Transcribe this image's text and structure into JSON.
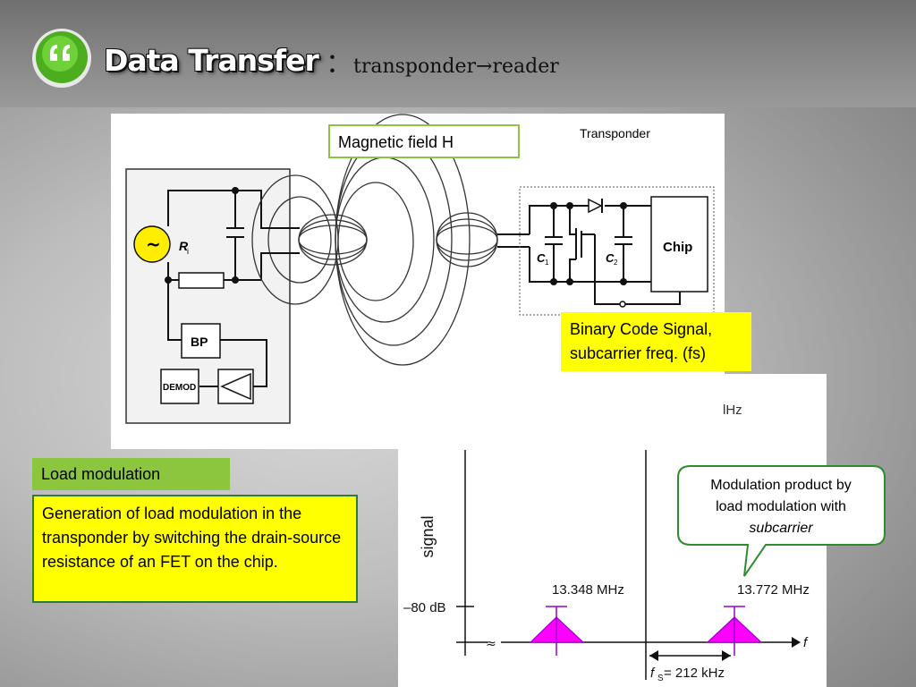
{
  "header": {
    "title": "Data Transfer",
    "colon": "：",
    "subtitle": "transponder→reader"
  },
  "diagram": {
    "magnetic_field_label": "Magnetic field H",
    "transponder_label": "Transponder",
    "binary_code_label_line1": "Binary Code Signal,",
    "binary_code_label_line2": "subcarrier freq. (fs)",
    "source_symbol": "~",
    "resistor_label": "R",
    "resistor_sub": "i",
    "bp_label": "BP",
    "demod_label": "DEMOD",
    "c1_label": "C",
    "c1_sub": "1",
    "c2_label": "C",
    "c2_sub": "2",
    "chip_label": "Chip"
  },
  "spectrum": {
    "truncated_label": "lHz",
    "y_axis_label": "signal",
    "level_label": "–80 dB",
    "carrier_label": "13.348 MHz",
    "sideband_label": "13.772 MHz",
    "x_axis_symbol": "f",
    "fs_symbol": "f",
    "fs_sub": "S",
    "fs_value": " = 212 kHz",
    "break_symbol": "≈"
  },
  "load_modulation": {
    "title": "Load modulation",
    "body": "Generation of load modulation in the transponder by switching the drain-source resistance of an FET on the chip."
  },
  "callout": {
    "line1": "Modulation product by",
    "line2": "load modulation with",
    "line3": "subcarrier"
  },
  "colors": {
    "accent_green": "#8cc63f",
    "highlight_yellow": "#ffff00",
    "peak_magenta": "#ff00ff",
    "peak_outline": "#9900cc",
    "callout_border": "#2e8b2e"
  }
}
